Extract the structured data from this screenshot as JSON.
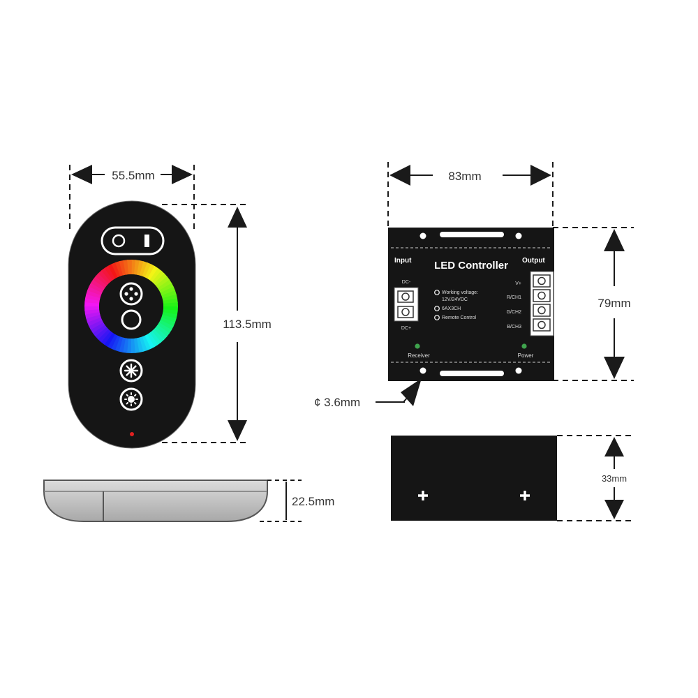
{
  "colors": {
    "device": "#151515",
    "line": "#1a1a1a",
    "text": "#333333",
    "indicator_green": "#3fa34d",
    "indicator_red": "#e02020",
    "remote_side_top": "#d6d6d6",
    "remote_side_bottom": "#a9a9a9"
  },
  "remote": {
    "width_label": "55.5mm",
    "height_label": "113.5mm",
    "thickness_label": "22.5mm"
  },
  "controller": {
    "width_label": "83mm",
    "height_label": "79mm",
    "depth_label": "33mm",
    "hole_label": "¢ 3.6mm",
    "title": "LED Controller",
    "input_label": "Input",
    "output_label": "Output",
    "dc_minus": "DC-",
    "dc_plus": "DC+",
    "spec_lines": [
      "Working voltage:",
      "12V/24VDC",
      "6AX3CH",
      "Remote Control"
    ],
    "channel_labels": [
      "V+",
      "R/CH1",
      "G/CH2",
      "B/CH3"
    ],
    "receiver_label": "Receiver",
    "power_label": "Power"
  }
}
